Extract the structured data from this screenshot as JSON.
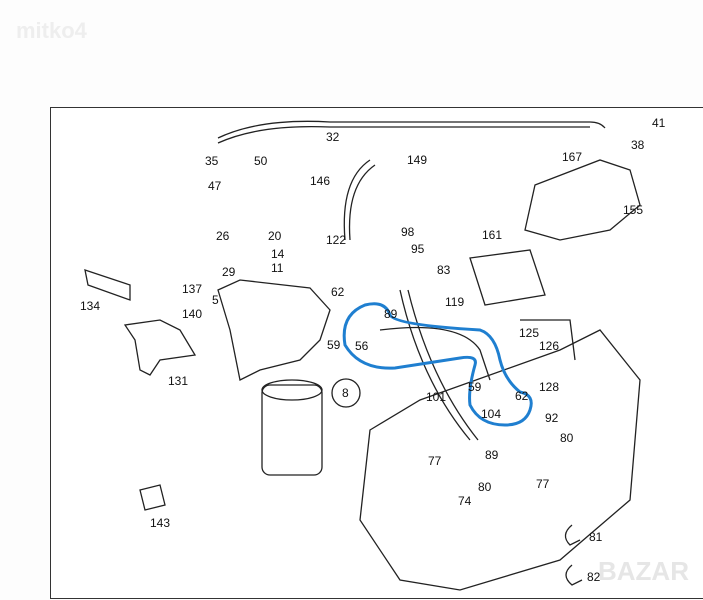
{
  "watermark_top": "mitko4",
  "watermark_bottom": "BAZAR",
  "highlight_color": "#1f7fd0",
  "labels": [
    "41",
    "32",
    "35",
    "50",
    "149",
    "38",
    "167",
    "146",
    "47",
    "155",
    "26",
    "20",
    "122",
    "98",
    "161",
    "95",
    "14",
    "11",
    "29",
    "5",
    "83",
    "134",
    "137",
    "140",
    "131",
    "62",
    "119",
    "89",
    "59",
    "56",
    "125",
    "126",
    "128",
    "8",
    "101",
    "59",
    "62",
    "104",
    "92",
    "80",
    "77",
    "89",
    "80",
    "77",
    "74",
    "143",
    "81",
    "82"
  ]
}
